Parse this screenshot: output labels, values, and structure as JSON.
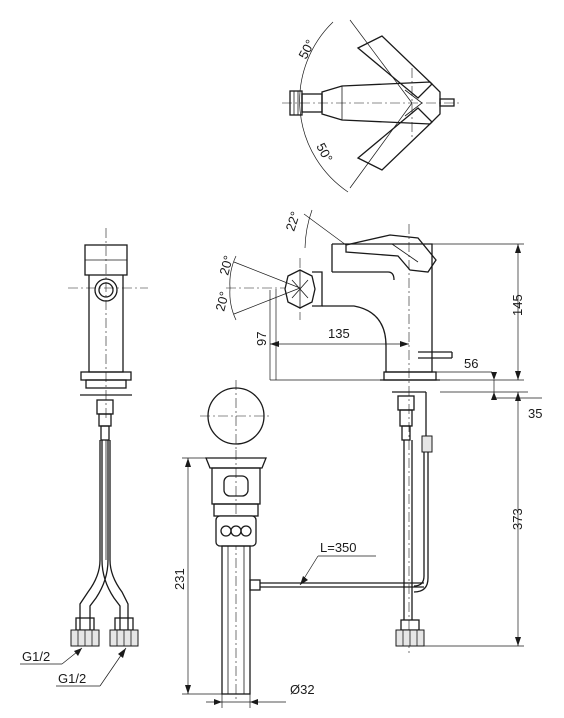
{
  "labels": {
    "angle_top": "50°",
    "angle_bottom": "50°",
    "angle_lever": "22°",
    "angle_knob_up": "20°",
    "angle_knob_down": "20°",
    "dim_145": "145",
    "dim_135": "135",
    "dim_97": "97",
    "dim_56": "56",
    "dim_35": "35",
    "dim_373": "373",
    "dim_231": "231",
    "dim_L": "L=350",
    "dim_d32": "Ø32",
    "thread_1": "G1/2",
    "thread_2": "G1/2"
  }
}
